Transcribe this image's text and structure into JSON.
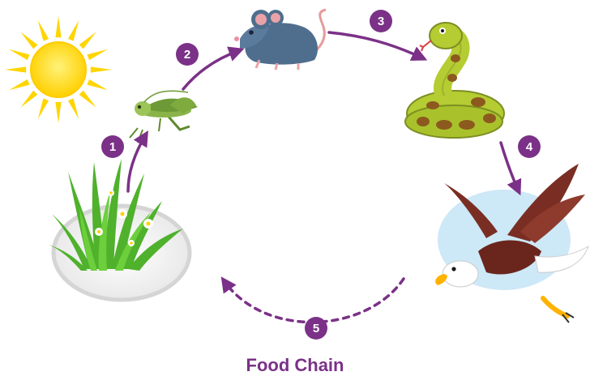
{
  "title": "Food Chain",
  "colors": {
    "accent": "#7b3187",
    "title": "#7b3187",
    "sun": "#ffd500",
    "grass": "#4fb12c",
    "grasshopper": "#8ab44a",
    "mouse": "#4f6e8e",
    "snake": "#b5cc32",
    "snake_spots": "#8c5a1e",
    "eagle_body": "#7a2e23",
    "eagle_head": "#ffffff",
    "sky_patch": "#cde8f7"
  },
  "organisms": [
    {
      "name": "sun",
      "icon": "sun-icon"
    },
    {
      "name": "grass",
      "icon": "grass-icon"
    },
    {
      "name": "grasshopper",
      "icon": "grasshopper-icon"
    },
    {
      "name": "mouse",
      "icon": "mouse-icon"
    },
    {
      "name": "snake",
      "icon": "snake-icon"
    },
    {
      "name": "eagle",
      "icon": "eagle-icon"
    }
  ],
  "steps": [
    {
      "number": "1",
      "from": "grass",
      "to": "grasshopper",
      "style": "solid"
    },
    {
      "number": "2",
      "from": "grasshopper",
      "to": "mouse",
      "style": "solid"
    },
    {
      "number": "3",
      "from": "mouse",
      "to": "snake",
      "style": "solid"
    },
    {
      "number": "4",
      "from": "snake",
      "to": "eagle",
      "style": "solid"
    },
    {
      "number": "5",
      "from": "eagle",
      "to": "grass",
      "style": "dashed"
    }
  ]
}
